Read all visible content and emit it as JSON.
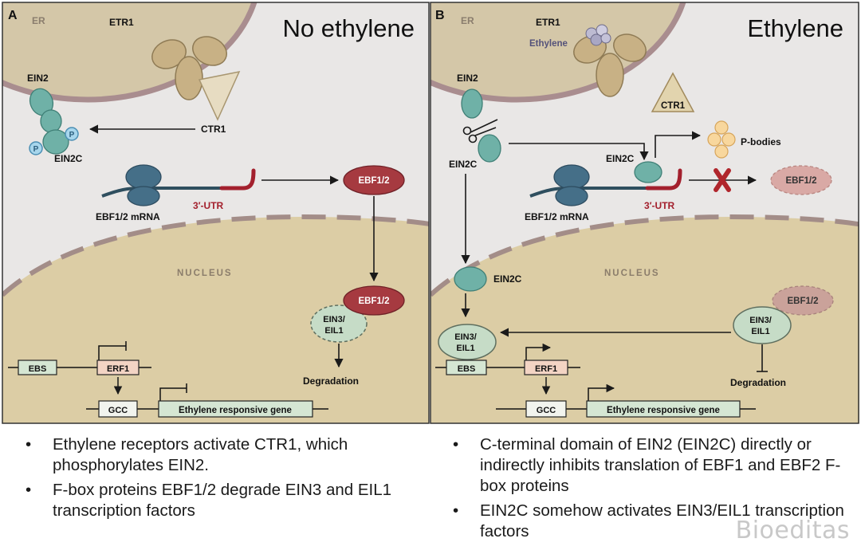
{
  "panel_a": {
    "letter": "A",
    "title": "No ethylene",
    "labels": {
      "er": "ER",
      "etr1": "ETR1",
      "ein2": "EIN2",
      "ctr1": "CTR1",
      "ein2c": "EIN2C",
      "p": "P",
      "ebf12": "EBF1/2",
      "ebf12_nucleus": "EBF1/2",
      "utr": "3′-UTR",
      "mrna": "EBF1/2 mRNA",
      "nucleus": "NUCLEUS",
      "ein3_l1": "EIN3/",
      "ein3_l2": "EIL1",
      "degradation": "Degradation",
      "ebs": "EBS",
      "erf1": "ERF1",
      "gcc": "GCC",
      "gene": "Ethylene responsive gene"
    }
  },
  "panel_b": {
    "letter": "B",
    "title": "Ethylene",
    "labels": {
      "er": "ER",
      "etr1": "ETR1",
      "ethylene": "Ethylene",
      "ein2": "EIN2",
      "ctr1": "CTR1",
      "ein2c_cut": "EIN2C",
      "ein2c_mrna": "EIN2C",
      "ein2c_nucleus": "EIN2C",
      "pbodies": "P-bodies",
      "ebf12": "EBF1/2",
      "ebf12_nucleus": "EBF1/2",
      "utr": "3′-UTR",
      "mrna": "EBF1/2 mRNA",
      "nucleus": "NUCLEUS",
      "ein3_l1": "EIN3/",
      "ein3_l2": "EIL1",
      "ein3_bound_l1": "EIN3/",
      "ein3_bound_l2": "EIL1",
      "degradation": "Degradation",
      "ebs": "EBS",
      "erf1": "ERF1",
      "gcc": "GCC",
      "gene": "Ethylene responsive gene"
    }
  },
  "bullets_a": [
    "Ethylene receptors activate CTR1, which phosphorylates EIN2.",
    "F-box proteins EBF1/2 degrade EIN3 and EIL1 transcription factors"
  ],
  "bullets_b": [
    "C-terminal domain of EIN2 (EIN2C) directly or indirectly inhibits translation of EBF1 and EBF2 F-box proteins",
    "EIN2C somehow activates EIN3/EIL1 transcription factors"
  ],
  "watermark": "Bioeditas",
  "colors": {
    "cytoplasm": "#e9e7e6",
    "nucleus": "#dccda5",
    "er": "#d4c7a8",
    "er_edge": "#a98d8f",
    "ein2": "#6fb1a7",
    "ebf": "#a63a40",
    "utr": "#a3202d",
    "ribosome": "#456f88",
    "receptor": "#c8b185",
    "ein3": "#c6dcc7",
    "erf1_box": "#f3d4c4",
    "gene_box": "#d5e6d3"
  }
}
